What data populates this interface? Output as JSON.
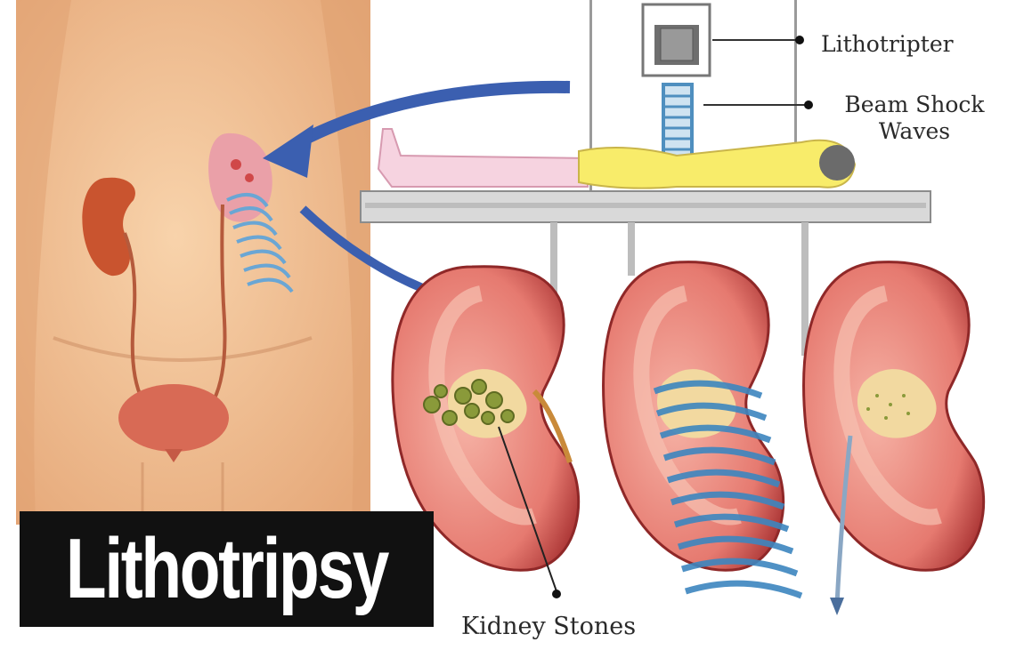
{
  "title": "Lithotripsy",
  "labels": {
    "lithotripter": "Lithotripter",
    "beam_shock_line1": "Beam Shock",
    "beam_shock_line2": "Waves",
    "kidney_stones": "Kidney Stones"
  },
  "colors": {
    "skin": "#f1c79a",
    "kidney": "#e0706a",
    "kidney_dark": "#b23a38",
    "kidney_inner": "#f09a8e",
    "stone": "#8a9a3a",
    "wave": "#4a90c8",
    "arrow": "#3b5fb0",
    "patient": "#f6ea5a",
    "sheet": "#f4c6d6",
    "banner": "#111111"
  }
}
